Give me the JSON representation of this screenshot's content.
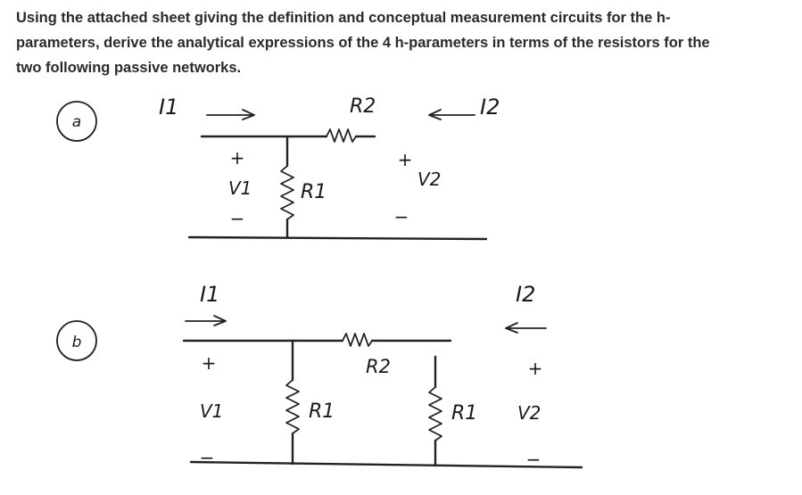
{
  "question": {
    "line1": "Using the attached sheet giving the definition and conceptual measurement circuits for the h-",
    "line2": "parameters, derive the analytical expressions of the 4 h-parameters in terms of the resistors for the",
    "line3": "two following passive networks."
  },
  "circuit_a": {
    "tag": "a",
    "i1": "I1",
    "i2": "I2",
    "r2": "R2",
    "r1": "R1",
    "v1": "V1",
    "v2": "V2",
    "plus": "+",
    "minus": "−"
  },
  "circuit_b": {
    "tag": "b",
    "i1": "I1",
    "i2": "I2",
    "r2": "R2",
    "r1_left": "R1",
    "r1_right": "R1",
    "v1": "V1",
    "v2": "V2",
    "plus": "+",
    "minus": "−"
  }
}
